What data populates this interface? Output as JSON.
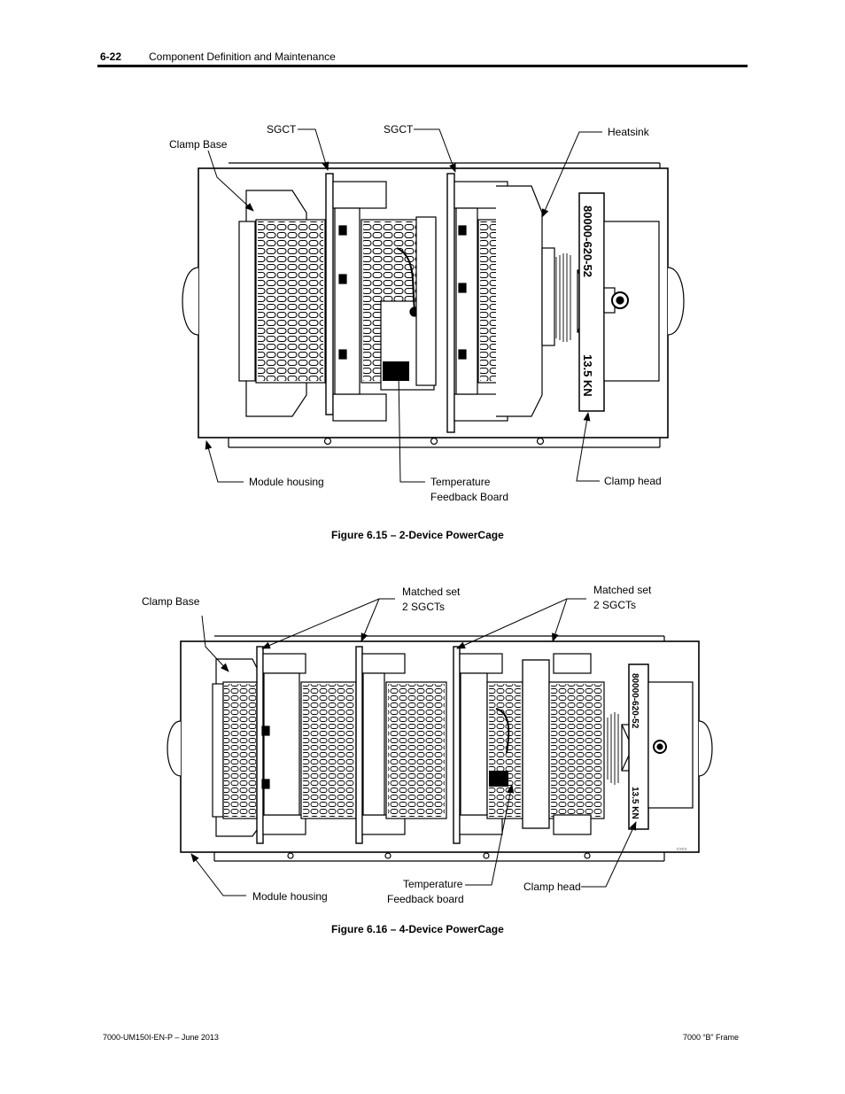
{
  "header": {
    "page_number": "6-22",
    "section_title": "Component Definition and Maintenance"
  },
  "figure1": {
    "caption": "Figure 6.15 – 2-Device PowerCage",
    "labels": {
      "clamp_base": "Clamp Base",
      "sgct_left": "SGCT",
      "sgct_right": "SGCT",
      "heatsink": "Heatsink",
      "module_housing": "Module housing",
      "temperature_feedback_line1": "Temperature",
      "temperature_feedback_line2": "Feedback Board",
      "clamp_head": "Clamp head"
    },
    "plate_text_top": "80000-620-52",
    "plate_text_bottom": "13.5 KN"
  },
  "figure2": {
    "caption": "Figure 6.16 – 4-Device PowerCage",
    "labels": {
      "clamp_base": "Clamp Base",
      "matched_set_left_line1": "Matched set",
      "matched_set_left_line2": "2 SGCTs",
      "matched_set_right_line1": "Matched set",
      "matched_set_right_line2": "2 SGCTs",
      "module_housing": "Module housing",
      "temperature_feedback_line1": "Temperature",
      "temperature_feedback_line2": "Feedback board",
      "clamp_head": "Clamp head"
    },
    "plate_text_top": "80000-620-52",
    "plate_text_bottom": "13.5 KN"
  },
  "footer": {
    "left": "7000-UM150I-EN-P – June 2013",
    "right": "7000 “B” Frame"
  }
}
